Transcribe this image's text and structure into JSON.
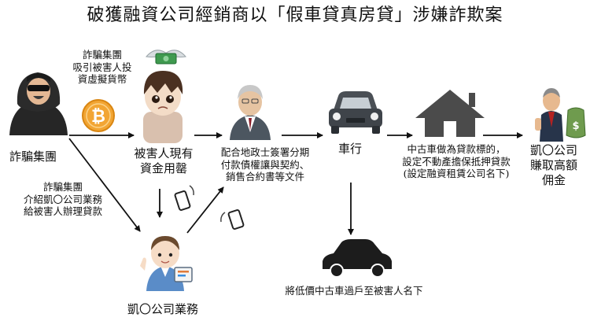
{
  "title": "破獲融資公司經銷商以「假車貸真房貸」涉嫌詐欺案",
  "actors": {
    "fraud_group": "詐騙集團",
    "victim": [
      "被害人現有",
      "資金用罄"
    ],
    "car_dealer": "車行",
    "company": [
      "凱〇公司",
      "賺取高額",
      "佣金"
    ],
    "salesperson": "凱〇公司業務"
  },
  "notes": {
    "invest": [
      "詐騙集團",
      "吸引被害人投",
      "資虛擬貨幣"
    ],
    "introduce": [
      "詐騙集團",
      "介紹凱〇公司業務",
      "給被害人辦理貸款"
    ],
    "sign": [
      "配合地政士簽署分期",
      "付款債權讓與契約、",
      "銷售合約書等文件"
    ],
    "mortgage": [
      "中古車做為貸款標的，",
      "設定不動產擔保抵押貸款",
      "(設定融資租賃公司名下)"
    ],
    "transfer": "將低價中古車過戶至被害人名下"
  },
  "icons": {
    "coin_symbol": "₿",
    "money_symbol": "$"
  }
}
